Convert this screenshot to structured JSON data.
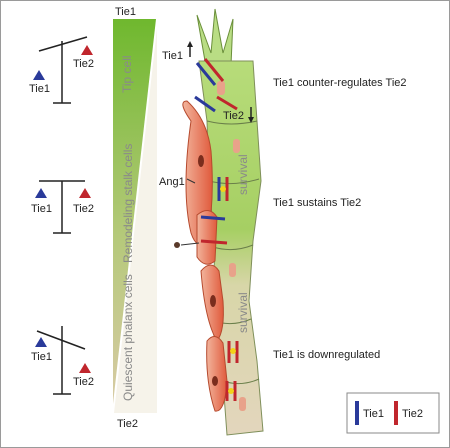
{
  "balances": [
    {
      "left_label": "Tie1",
      "right_label": "Tie2",
      "state": "tilt-right"
    },
    {
      "left_label": "Tie1",
      "right_label": "Tie2",
      "state": "level"
    },
    {
      "left_label": "Tie1",
      "right_label": "Tie2",
      "state": "tilt-left"
    }
  ],
  "gradient": {
    "top_label": "Tie1",
    "bottom_label": "Tie2",
    "zones": [
      "Tip cell",
      "Remodeling stalk cells",
      "Quiescent phalanx cells"
    ],
    "top_color": "#7cbf3a",
    "bottom_color": "#c8b48a"
  },
  "vessel": {
    "tie1_up_label": "Tie1",
    "tie2_down_label": "Tie2",
    "ang1_label": "Ang1",
    "survival_labels": [
      "survival",
      "survival"
    ]
  },
  "statements": [
    "Tie1 counter-regulates Tie2",
    "Tie1 sustains Tie2",
    "Tie1 is downregulated"
  ],
  "legend": {
    "tie1": "Tie1",
    "tie2": "Tie2",
    "tie1_color": "#2a3a9a",
    "tie2_color": "#c0262d"
  },
  "colors": {
    "tie1": "#2a3a9a",
    "tie2": "#c0262d",
    "green": "#8cc63f",
    "beige": "#d8c9a8",
    "red_cell": "#e8745a"
  }
}
